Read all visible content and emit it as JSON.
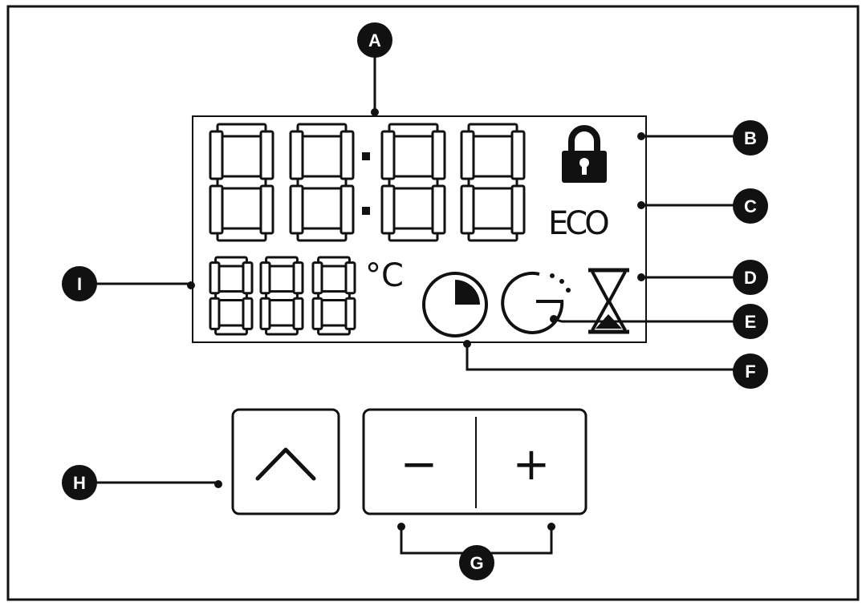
{
  "display": {
    "clock_digits": [
      "8",
      "8",
      "8",
      "8"
    ],
    "temp_digits": [
      "8",
      "8",
      "8"
    ],
    "temp_unit": "°C",
    "eco_label": "ECO"
  },
  "buttons": {
    "minus_label": "−",
    "plus_label": "+"
  },
  "callouts": [
    "A",
    "B",
    "C",
    "D",
    "E",
    "F",
    "G",
    "H",
    "I"
  ],
  "icons": [
    "lock-icon",
    "eco-icon",
    "hourglass-icon",
    "pie-timer-icon",
    "dotted-timer-icon",
    "chevron-up-icon"
  ],
  "colors": {
    "ink": "#111111",
    "background": "#ffffff"
  }
}
